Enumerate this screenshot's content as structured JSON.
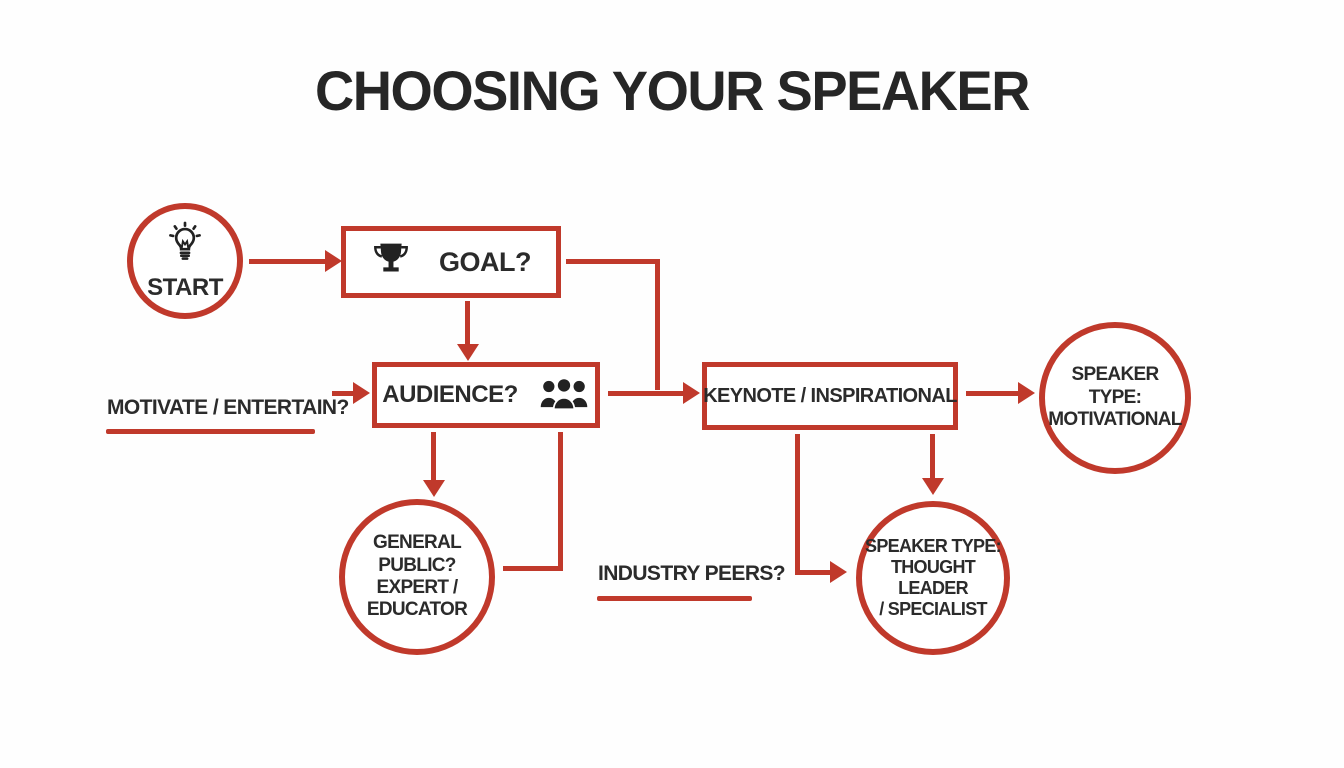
{
  "title": "CHOOSING YOUR SPEAKER",
  "colors": {
    "accent_red": "#c0392b",
    "text_dark": "#2b2b2b",
    "background": "#ffffff"
  },
  "nodes": {
    "start": {
      "label": "START",
      "icon": "lightbulb-icon"
    },
    "goal": {
      "label": "GOAL?",
      "icon": "trophy-icon"
    },
    "audience": {
      "label": "AUDIENCE?",
      "icon": "people-icon"
    },
    "keynote": {
      "label": "KEYNOTE / INSPIRATIONAL"
    },
    "general_public": {
      "line1": "GENERAL PUBLIC?",
      "line2": "EXPERT /",
      "line3": "EDUCATOR"
    },
    "thought_leader": {
      "line1": "SPEAKER TYPE:",
      "line2": "THOUGHT LEADER",
      "line3": "/ SPECIALIST"
    },
    "motivational": {
      "line1": "SPEAKER TYPE:",
      "line2": "MOTIVATIONAL"
    }
  },
  "labels": {
    "motivate_entertain": "MOTIVATE / ENTERTAIN?",
    "industry_peers": "INDUSTRY PEERS?"
  }
}
